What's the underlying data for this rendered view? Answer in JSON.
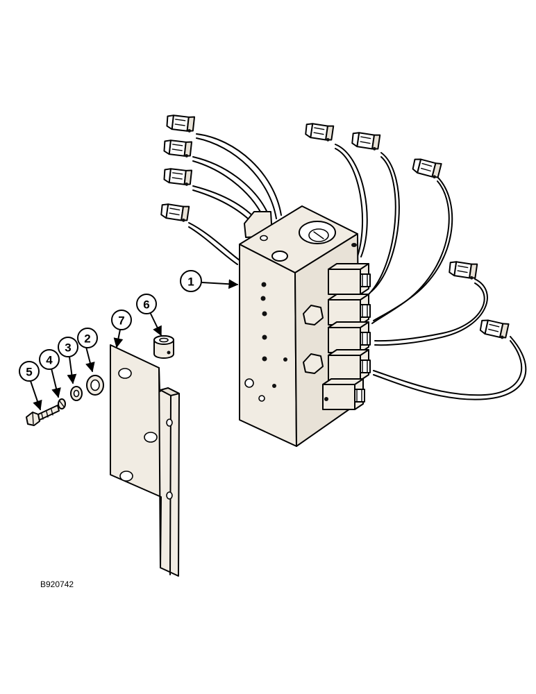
{
  "callouts": [
    {
      "number": "1",
      "part": "valve-block"
    },
    {
      "number": "2",
      "part": "flat-washer"
    },
    {
      "number": "3",
      "part": "lock-washer"
    },
    {
      "number": "4",
      "part": "lock-washer-small"
    },
    {
      "number": "5",
      "part": "bolt"
    },
    {
      "number": "6",
      "part": "spacer"
    },
    {
      "number": "7",
      "part": "mounting-bracket"
    }
  ],
  "drawing_id": "B920742"
}
